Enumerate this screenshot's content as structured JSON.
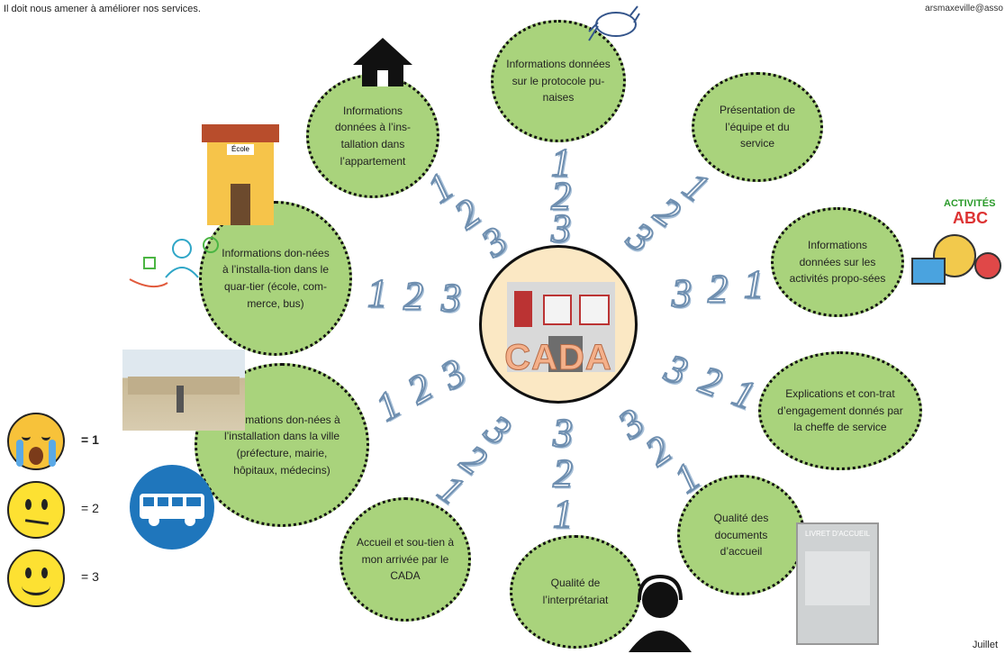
{
  "header": {
    "intro": "Il doit nous amener à améliorer nos services.",
    "email": "arsmaxeville@asso"
  },
  "footer": {
    "date": "Juillet"
  },
  "center": {
    "label": "CADA"
  },
  "bubbles": [
    {
      "text": "Informations données sur le protocole pu-naises"
    },
    {
      "text": "Présentation de l’équipe et du service"
    },
    {
      "text": "Informations données sur les activités propo-sées"
    },
    {
      "text": "Explications et con-trat d’engagement donnés par la cheffe de service"
    },
    {
      "text": "Qualité des documents d’accueil"
    },
    {
      "text": "Qualité de l’interprétariat"
    },
    {
      "text": "Accueil et sou-tien à mon arrivée par le CADA"
    },
    {
      "text": "Informations don-nées à l’installation dans la ville (préfecture, mairie, hôpitaux, médecins)"
    },
    {
      "text": "Informations don-nées à l’installa-tion dans le quar-tier (école, com-merce, bus)"
    },
    {
      "text": "Informations données à l’ins-tallation dans l’appartement"
    }
  ],
  "legend": [
    {
      "icon": "crying-face-icon",
      "label": "= 1"
    },
    {
      "icon": "neutral-face-icon",
      "label": "= 2"
    },
    {
      "icon": "smiling-face-icon",
      "label": "= 3"
    }
  ],
  "images": {
    "school_sign": "École",
    "activities": "ACTIVITÉS",
    "abc": "ABC",
    "booklet": "LIVRET D'ACCUEIL"
  },
  "scale": {
    "one": "1",
    "two": "2",
    "three": "3"
  }
}
